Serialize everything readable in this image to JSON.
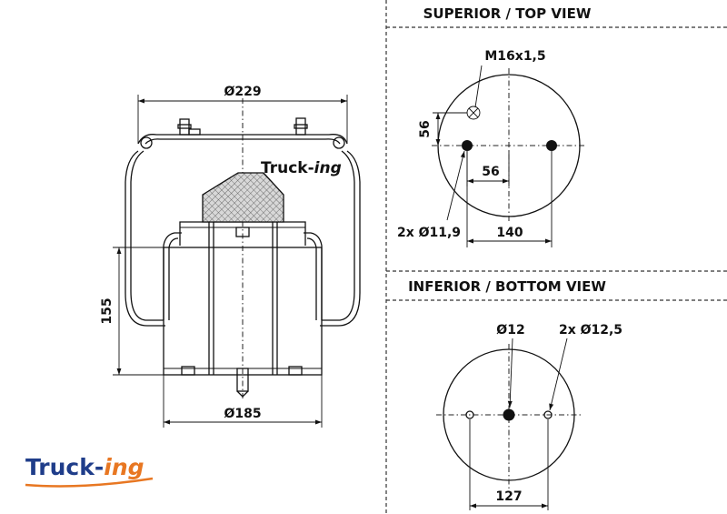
{
  "main_view": {
    "dims": {
      "top_diameter": "Ø229",
      "height": "155",
      "bottom_diameter": "Ø185"
    },
    "watermark": {
      "brand_main": "Truck-",
      "brand_accent": "ing"
    }
  },
  "top_view": {
    "title": "SUPERIOR / TOP VIEW",
    "thread": "M16x1,5",
    "offset_vertical": "56",
    "offset_horizontal": "56",
    "holes": "2x Ø11,9",
    "spacing": "140"
  },
  "bottom_view": {
    "title": "INFERIOR / BOTTOM VIEW",
    "center_hole": "Ø12",
    "side_holes": "2x Ø12,5",
    "spacing": "127"
  },
  "logo": {
    "brand_main": "Truck-",
    "brand_accent": "ing"
  },
  "colors": {
    "logo_blue": "#1f3d8a",
    "logo_orange": "#e87722",
    "line": "#111111"
  }
}
